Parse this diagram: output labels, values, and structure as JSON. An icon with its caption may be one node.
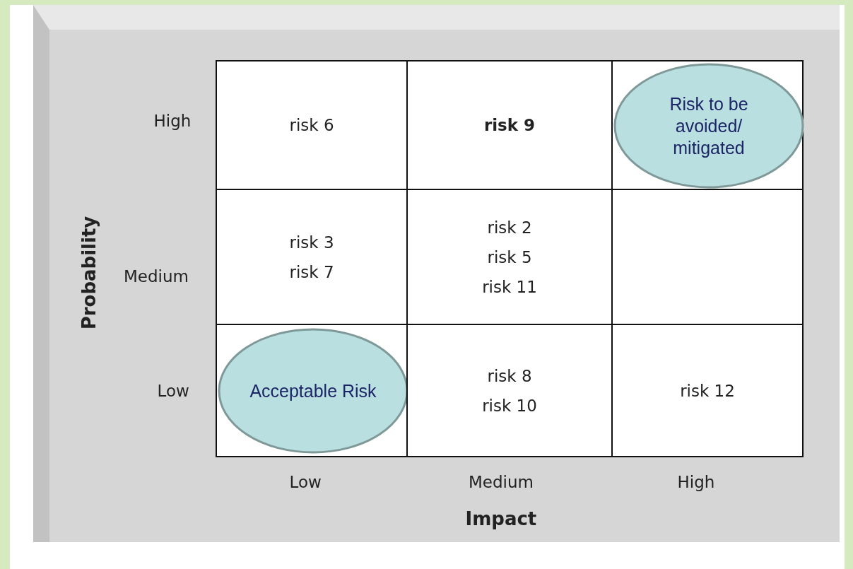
{
  "diagram": {
    "nodes": [
      {
        "text": [
          "risk 6"
        ]
      },
      {
        "text": [
          "risk 9"
        ]
      },
      {
        "text": [],
        "shape": "box"
      },
      {
        "text": [
          "risk 3",
          "risk 7"
        ]
      },
      {
        "text": [
          "risk 2",
          "risk 5",
          "risk 11"
        ]
      },
      {
        "text": [],
        "shape": "box"
      },
      {
        "text": [],
        "shape": "box"
      },
      {
        "text": [
          "risk 8",
          "risk 10"
        ]
      },
      {
        "text": [
          "risk 12"
        ]
      },
      {
        "text": [
          "Risk to be avoided/ mitigated"
        ],
        "in": 2
      },
      {
        "text": [
          "Acceptable Risk"
        ],
        "in": 6
      }
    ],
    "edges": [],
    "labels": [
      "High",
      "Probability",
      "Medium",
      "Low",
      "Low",
      "Medium",
      "High",
      "Impact"
    ]
  }
}
